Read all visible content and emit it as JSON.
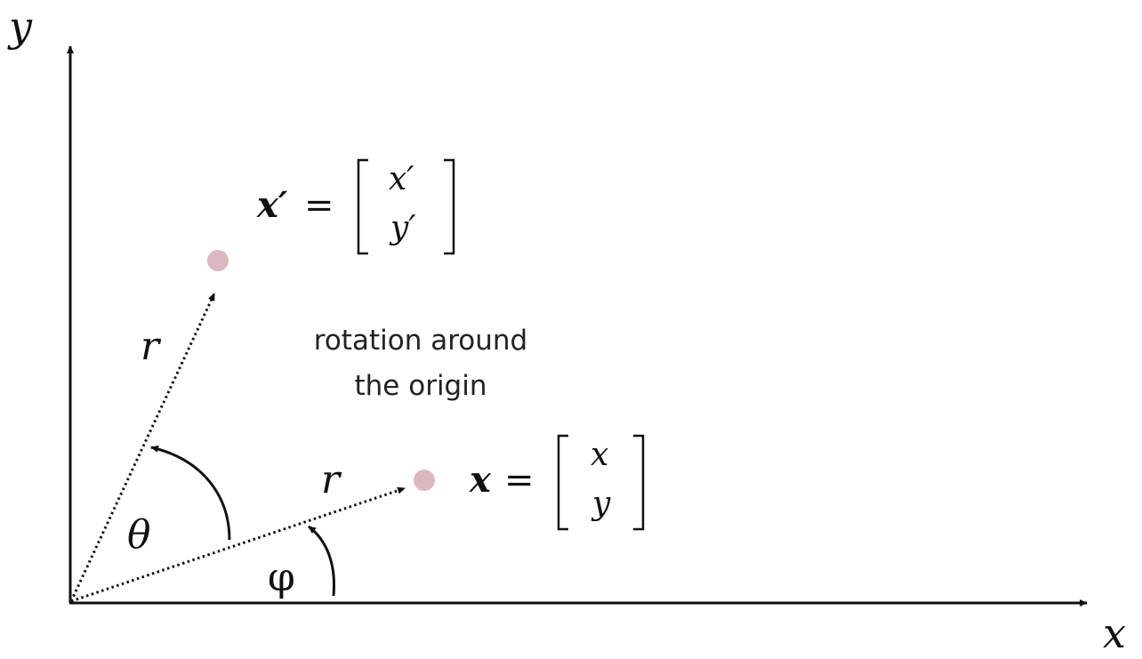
{
  "axes": {
    "x_label": "x",
    "y_label": "y"
  },
  "points": {
    "original": {
      "name": "x",
      "row1": "x",
      "row2": "y"
    },
    "rotated": {
      "name": "x′",
      "row1": "x′",
      "row2": "y′"
    }
  },
  "equals_sign": "=",
  "radius_label": "r",
  "angles": {
    "theta": "θ",
    "phi": "φ"
  },
  "caption": {
    "line1": "rotation around",
    "line2": "the origin"
  },
  "colors": {
    "point": "#dbb7c0",
    "ink": "#111111"
  }
}
